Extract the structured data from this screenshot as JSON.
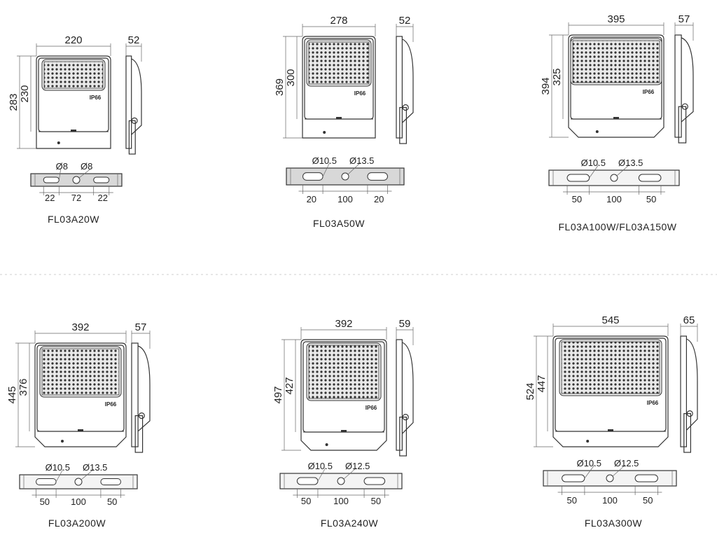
{
  "products": [
    {
      "model": "FL03A20W",
      "front": {
        "width": "220",
        "height": "283",
        "inner_height": "230"
      },
      "side": {
        "depth": "52"
      },
      "bracket": {
        "hole_small": "Ø8",
        "hole_large": "Ø8",
        "spacing": [
          "22",
          "72",
          "22"
        ]
      },
      "ip_label": "IP66"
    },
    {
      "model": "FL03A50W",
      "front": {
        "width": "278",
        "height": "369",
        "inner_height": "300"
      },
      "side": {
        "depth": "52"
      },
      "bracket": {
        "hole_small": "Ø10.5",
        "hole_large": "Ø13.5",
        "spacing": [
          "20",
          "100",
          "20"
        ]
      },
      "ip_label": "IP66"
    },
    {
      "model": "FL03A100W/FL03A150W",
      "front": {
        "width": "395",
        "height": "394",
        "inner_height": "325"
      },
      "side": {
        "depth": "57"
      },
      "bracket": {
        "hole_small": "Ø10.5",
        "hole_large": "Ø13.5",
        "spacing": [
          "50",
          "100",
          "50"
        ]
      },
      "ip_label": "IP66"
    },
    {
      "model": "FL03A200W",
      "front": {
        "width": "392",
        "height": "445",
        "inner_height": "376"
      },
      "side": {
        "depth": "57"
      },
      "bracket": {
        "hole_small": "Ø10.5",
        "hole_large": "Ø13.5",
        "spacing": [
          "50",
          "100",
          "50"
        ]
      },
      "ip_label": "IP66"
    },
    {
      "model": "FL03A240W",
      "front": {
        "width": "392",
        "height": "497",
        "inner_height": "427"
      },
      "side": {
        "depth": "59"
      },
      "bracket": {
        "hole_small": "Ø10.5",
        "hole_large": "Ø12.5",
        "spacing": [
          "50",
          "100",
          "50"
        ]
      },
      "ip_label": "IP66"
    },
    {
      "model": "FL03A300W",
      "front": {
        "width": "545",
        "height": "524",
        "inner_height": "447"
      },
      "side": {
        "depth": "65"
      },
      "bracket": {
        "hole_small": "Ø10.5",
        "hole_large": "Ø12.5",
        "spacing": [
          "50",
          "100",
          "50"
        ]
      },
      "ip_label": "IP66"
    }
  ]
}
